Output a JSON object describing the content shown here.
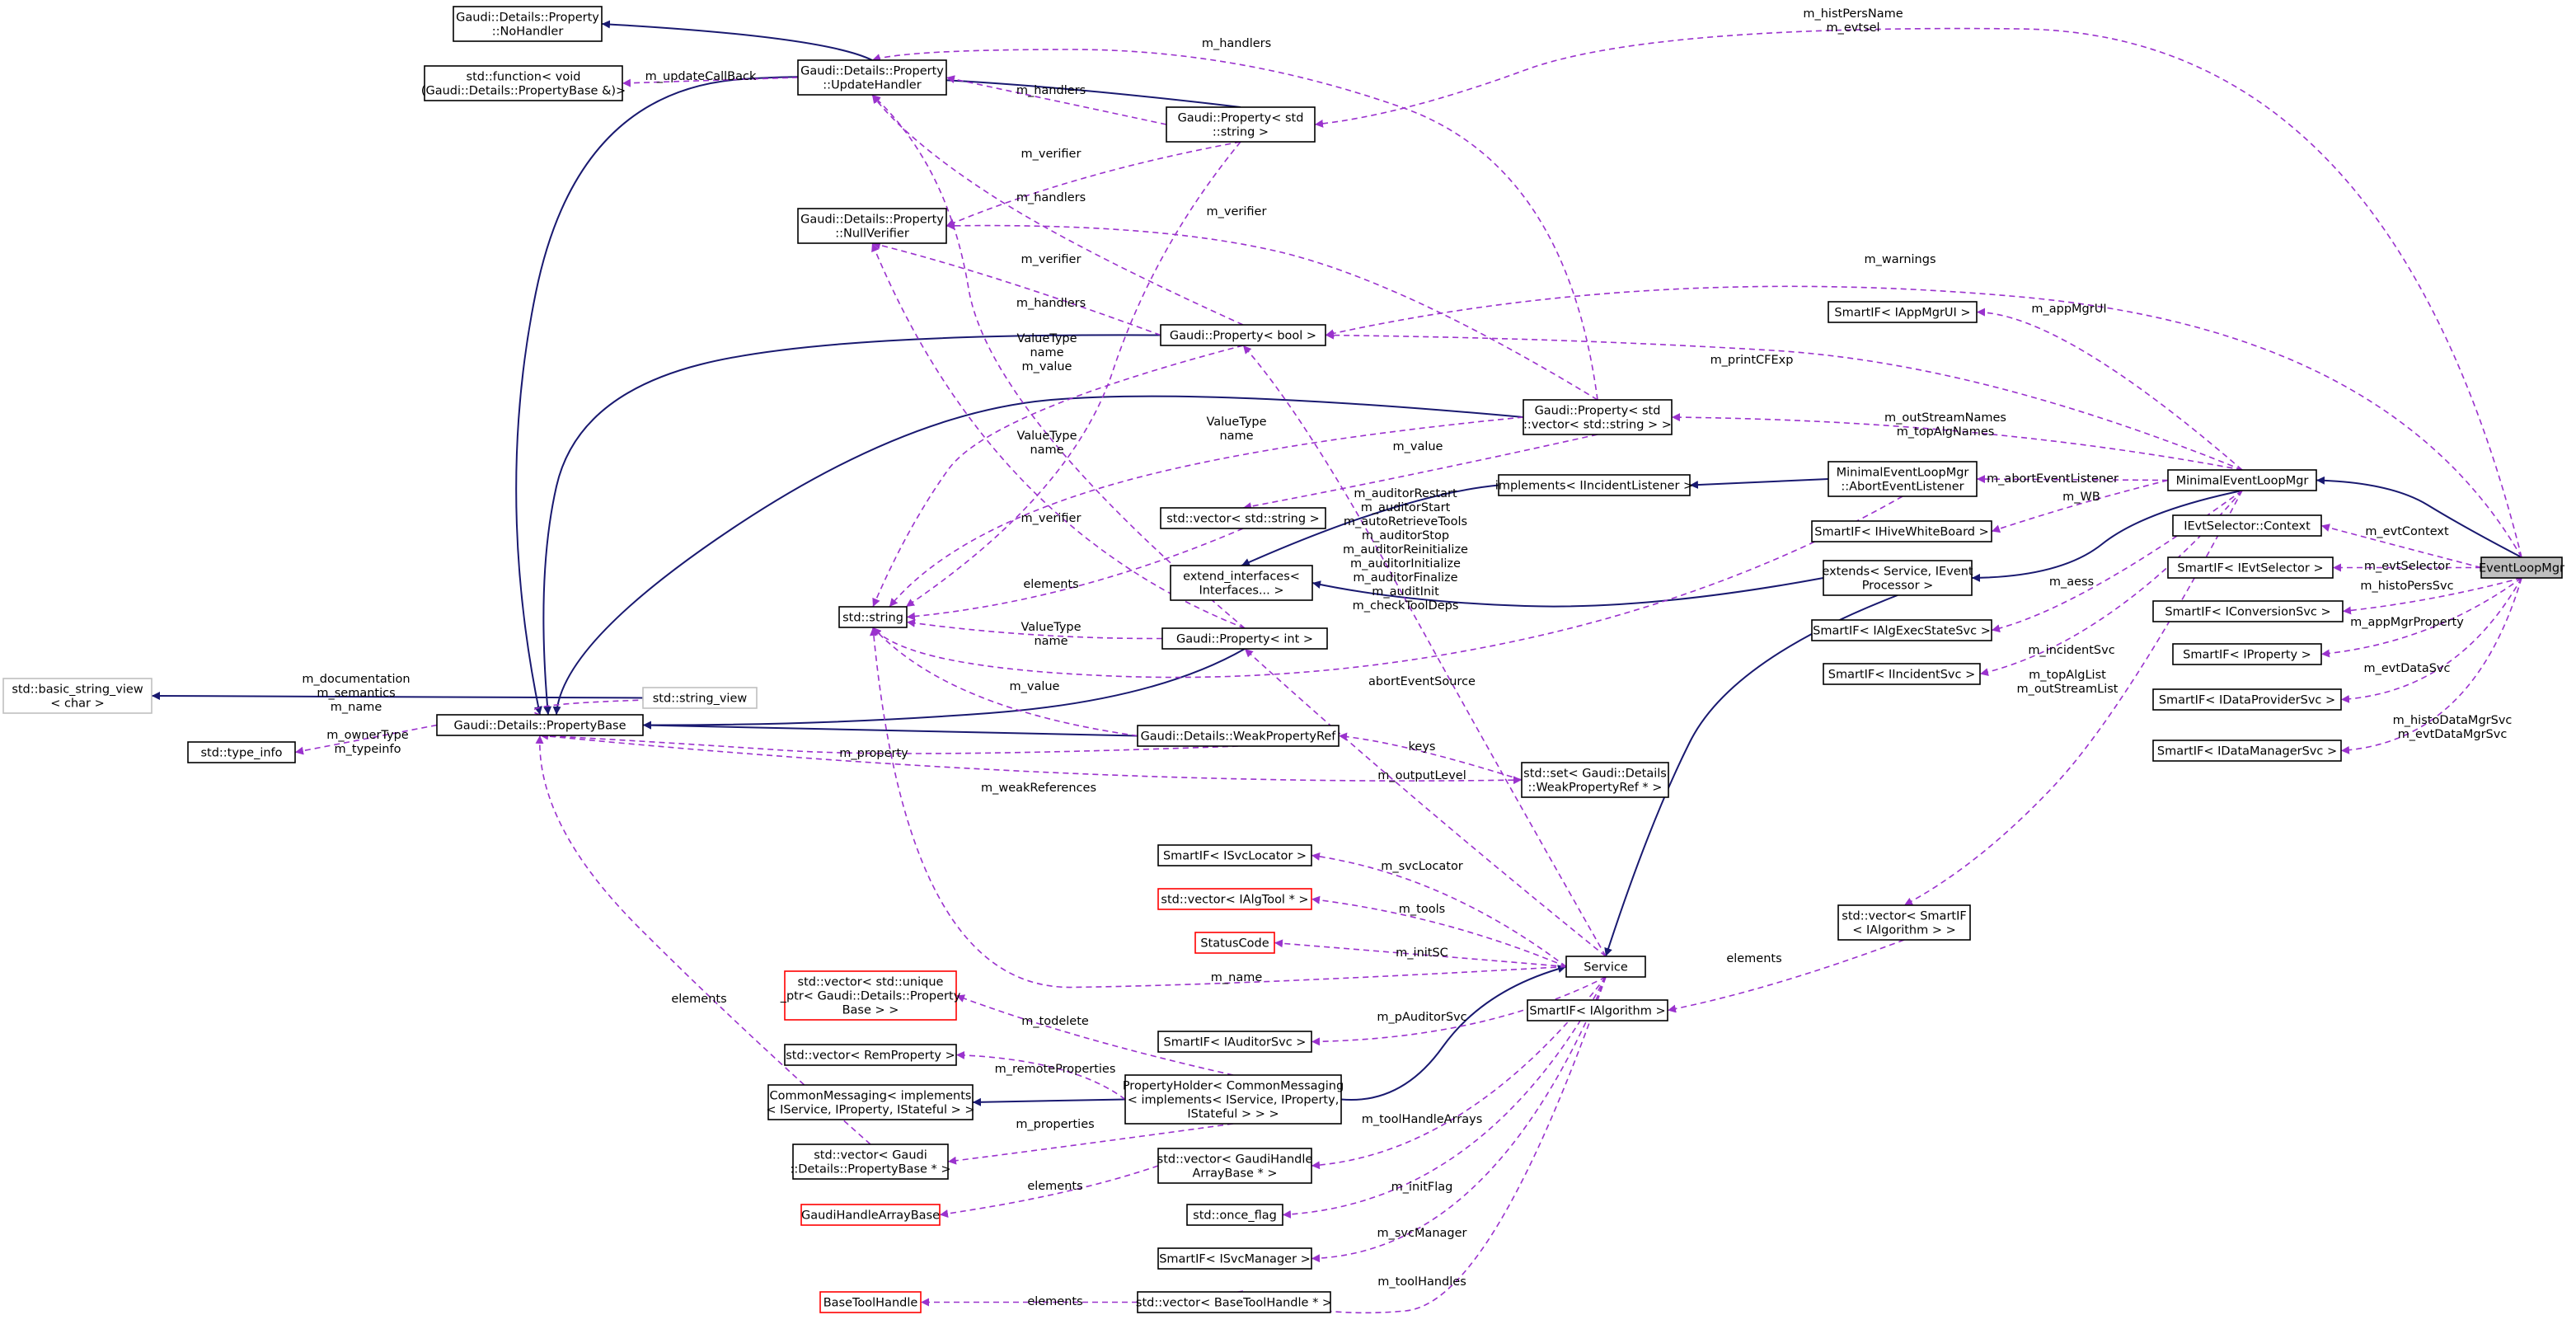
{
  "colors": {
    "inherit": "#191970",
    "usage": "#9a32cd",
    "missing_node_border": "#ff0000",
    "external_node_border": "#bfbfbf",
    "focus_node_fill": "#bfbfbf"
  },
  "nodes": {
    "NoHandler": [
      "Gaudi::Details::Property",
      "::NoHandler"
    ],
    "stdFunction": [
      "std::function< void",
      "(Gaudi::Details::PropertyBase &)>"
    ],
    "UpdateHandler": [
      "Gaudi::Details::Property",
      "::UpdateHandler"
    ],
    "PropString": [
      "Gaudi::Property< std",
      "::string >"
    ],
    "NullVerifier": [
      "Gaudi::Details::Property",
      "::NullVerifier"
    ],
    "PropBool": [
      "Gaudi::Property< bool >"
    ],
    "SmartAppMgrUI": [
      "SmartIF< IAppMgrUI >"
    ],
    "PropVecString": [
      "Gaudi::Property< std",
      "::vector< std::string > >"
    ],
    "ImplIncidentListener": [
      "implements< IIncidentListener >"
    ],
    "AbortEventListener": [
      "MinimalEventLoopMgr",
      "::AbortEventListener"
    ],
    "MinimalEventLoopMgr": [
      "MinimalEventLoopMgr"
    ],
    "SmartHiveWB": [
      "SmartIF< IHiveWhiteBoard >"
    ],
    "EvtSelectorContext": [
      "IEvtSelector::Context"
    ],
    "EventLoopMgr": [
      "EventLoopMgr"
    ],
    "VecStdString": [
      "std::vector< std::string >"
    ],
    "ExtendInterfaces": [
      "extend_interfaces<",
      "Interfaces... >"
    ],
    "ExtendsService": [
      "extends< Service, IEvent",
      "Processor >"
    ],
    "SmartEvtSelector": [
      "SmartIF< IEvtSelector >"
    ],
    "SmartConversionSvc": [
      "SmartIF< IConversionSvc >"
    ],
    "StdString": [
      "std::string"
    ],
    "PropInt": [
      "Gaudi::Property< int >"
    ],
    "SmartAlgExecState": [
      "SmartIF< IAlgExecStateSvc >"
    ],
    "SmartIProperty": [
      "SmartIF< IProperty >"
    ],
    "SmartIncidentSvc": [
      "SmartIF< IIncidentSvc >"
    ],
    "BasicStringView": [
      "std::basic_string_view",
      "< char >"
    ],
    "StringView": [
      "std::string_view"
    ],
    "PropertyBase": [
      "Gaudi::Details::PropertyBase"
    ],
    "WeakPropertyRef": [
      "Gaudi::Details::WeakPropertyRef"
    ],
    "SmartDataProvider": [
      "SmartIF< IDataProviderSvc >"
    ],
    "TypeInfo": [
      "std::type_info"
    ],
    "SetWeakRef": [
      "std::set< Gaudi::Details",
      "::WeakPropertyRef * >"
    ],
    "SmartDataManager": [
      "SmartIF< IDataManagerSvc >"
    ],
    "SmartSvcLocator": [
      "SmartIF< ISvcLocator >"
    ],
    "VecAlgTool": [
      "std::vector< IAlgTool * >"
    ],
    "StatusCode": [
      "StatusCode"
    ],
    "VecSmartAlgorithm": [
      "std::vector< SmartIF",
      "< IAlgorithm > >"
    ],
    "Service": [
      "Service"
    ],
    "VecUniquePtr": [
      "std::vector< std::unique",
      "_ptr< Gaudi::Details::Property",
      "Base > >"
    ],
    "SmartAlgorithm": [
      "SmartIF< IAlgorithm >"
    ],
    "VecRemProperty": [
      "std::vector< RemProperty >"
    ],
    "SmartAuditorSvc": [
      "SmartIF< IAuditorSvc >"
    ],
    "CommonMessaging": [
      "CommonMessaging< implements",
      "< IService, IProperty, IStateful > >"
    ],
    "PropertyHolder": [
      "PropertyHolder< CommonMessaging",
      "< implements< IService, IProperty,",
      "IStateful > > >"
    ],
    "VecPropertyBase": [
      "std::vector< Gaudi",
      "::Details::PropertyBase * >"
    ],
    "VecGaudiHandleArray": [
      "std::vector< GaudiHandle",
      "ArrayBase * >"
    ],
    "GaudiHandleArrayBase": [
      "GaudiHandleArrayBase"
    ],
    "OnceFlag": [
      "std::once_flag"
    ],
    "SmartSvcManager": [
      "SmartIF< ISvcManager >"
    ],
    "BaseToolHandle": [
      "BaseToolHandle"
    ],
    "VecBaseToolHandle": [
      "std::vector< BaseToolHandle * >"
    ]
  },
  "edge_labels": {
    "histPersName": [
      "m_histPersName",
      "m_evtsel"
    ],
    "handlers_top": [
      "m_handlers"
    ],
    "updateCallBack": [
      "m_updateCallBack"
    ],
    "handlers_ps": [
      "m_handlers"
    ],
    "verifier_ps": [
      "m_verifier"
    ],
    "handlers_pb": [
      "m_handlers"
    ],
    "verifier_pv": [
      "m_verifier"
    ],
    "verifier_pb": [
      "m_verifier"
    ],
    "warnings": [
      "m_warnings"
    ],
    "handlers_pi": [
      "m_handlers"
    ],
    "appMgrUI": [
      "m_appMgrUI"
    ],
    "valuetype_pb": [
      "ValueType",
      "name",
      "m_value"
    ],
    "printCFExp": [
      "m_printCFExp"
    ],
    "valuetype_pv": [
      "ValueType",
      "name"
    ],
    "valuetype_ps": [
      "ValueType",
      "name"
    ],
    "outStreamNames": [
      "m_outStreamNames",
      "m_topAlgNames"
    ],
    "value_pv": [
      "m_value"
    ],
    "abortEventListener": [
      "m_abortEventListener"
    ],
    "auditors": [
      "m_auditorRestart",
      "m_auditorStart",
      "m_autoRetrieveTools",
      "m_auditorStop",
      "m_auditorReinitialize",
      "m_auditorInitialize",
      "m_auditorFinalize",
      "m_auditInit",
      "m_checkToolDeps"
    ],
    "WB": [
      "m_WB"
    ],
    "evtContext": [
      "m_evtContext"
    ],
    "verifier_pi": [
      "m_verifier"
    ],
    "aess": [
      "m_aess"
    ],
    "evtSelector": [
      "m_evtSelector"
    ],
    "histoPersSvc": [
      "m_histoPersSvc"
    ],
    "elements_vs": [
      "elements"
    ],
    "appMgrProperty": [
      "m_appMgrProperty"
    ],
    "valuetype_pi": [
      "ValueType",
      "name"
    ],
    "incidentSvc": [
      "m_incidentSvc"
    ],
    "abortEventSource": [
      "abortEventSource"
    ],
    "documentation": [
      "m_documentation",
      "m_semantics",
      "m_name"
    ],
    "value_wr": [
      "m_value"
    ],
    "evtDataSvc": [
      "m_evtDataSvc"
    ],
    "topAlgList": [
      "m_topAlgList",
      "m_outStreamList"
    ],
    "histoDataMgrSvc": [
      "m_histoDataMgrSvc",
      "m_evtDataMgrSvc"
    ],
    "keys": [
      "keys"
    ],
    "ownerType": [
      "m_ownerType",
      "m_typeinfo"
    ],
    "property": [
      "m_property"
    ],
    "outputLevel": [
      "m_outputLevel"
    ],
    "weakReferences": [
      "m_weakReferences"
    ],
    "svcLocator": [
      "m_svcLocator"
    ],
    "tools": [
      "m_tools"
    ],
    "initSC": [
      "m_initSC"
    ],
    "elements_sa": [
      "elements"
    ],
    "name_svc": [
      "m_name"
    ],
    "todelete": [
      "m_todelete"
    ],
    "elements_pb": [
      "elements"
    ],
    "pAuditorSvc": [
      "m_pAuditorSvc"
    ],
    "remoteProperties": [
      "m_remoteProperties"
    ],
    "properties": [
      "m_properties"
    ],
    "toolHandleArrays": [
      "m_toolHandleArrays"
    ],
    "elements_gha": [
      "elements"
    ],
    "initFlag": [
      "m_initFlag"
    ],
    "svcManager": [
      "m_svcManager"
    ],
    "toolHandles": [
      "m_toolHandles"
    ],
    "elements_bth": [
      "elements"
    ]
  }
}
